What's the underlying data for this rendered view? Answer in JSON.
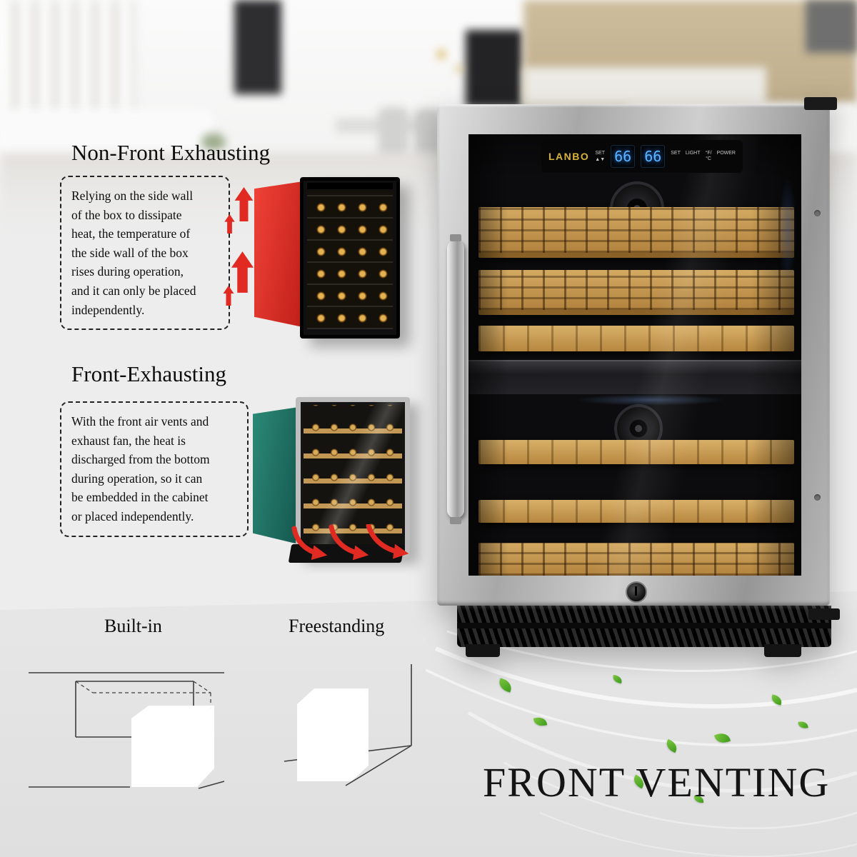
{
  "cooler": {
    "brand": "LANBO",
    "set_label": "SET",
    "arrows_label": "▲▼",
    "display_left": "66",
    "display_right": "66",
    "panel_labels": [
      "SET",
      "LIGHT",
      "°F/°C",
      "POWER"
    ]
  },
  "sections": {
    "non_front": {
      "title": "Non-Front Exhausting",
      "body": "Relying on the side wall\nof the box to dissipate\nheat, the temperature of\nthe side wall of the box\nrises during operation,\nand it can only be placed\nindependently."
    },
    "front": {
      "title": "Front-Exhausting",
      "body": "With the front air vents and\nexhaust fan, the heat is\ndischarged from the bottom\nduring operation, so it can\nbe embedded in the cabinet\nor placed independently."
    }
  },
  "placement": {
    "built_in": "Built-in",
    "freestanding": "Freestanding"
  },
  "footer": {
    "title": "FRONT VENTING"
  },
  "colors": {
    "heat_arrow_red": "#e02a22",
    "side_panel_red": "#e23028",
    "side_panel_teal": "#1e6e60",
    "leaf_green": "#55ad2a",
    "shelf_wood": "#c9a35d",
    "display_blue": "#5ab5ff",
    "brand_gold": "#d8b33c"
  }
}
